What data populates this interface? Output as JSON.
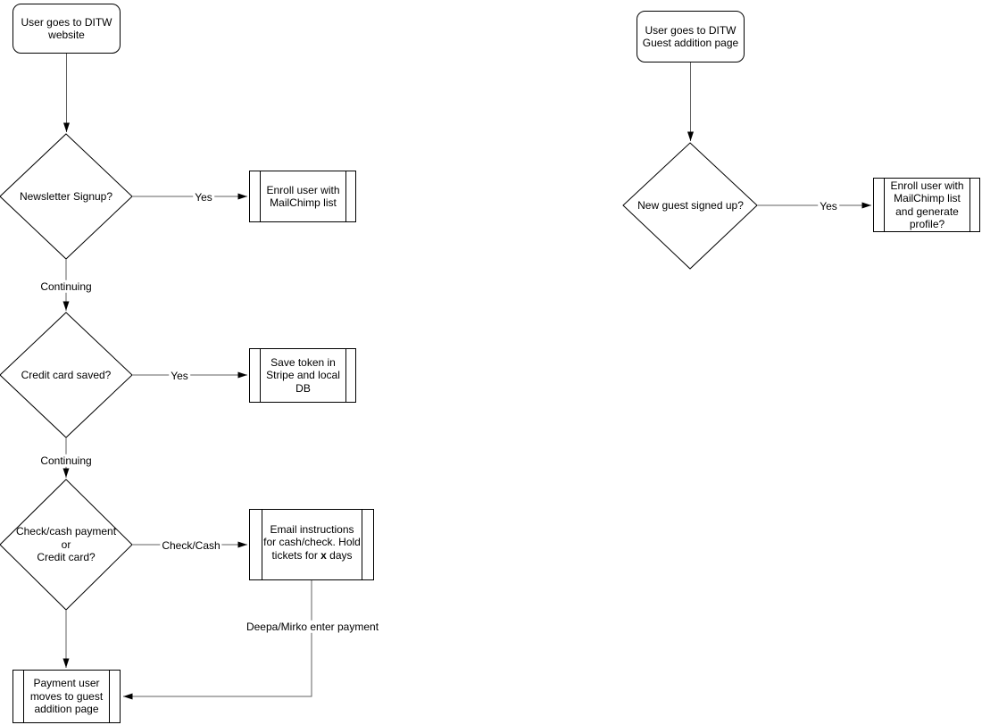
{
  "diagram": {
    "colors": {
      "shape_stroke": "#000000",
      "edge_stroke": "#616161",
      "shape_fill": "#ffffff",
      "text": "#000000"
    },
    "left_flow": {
      "start_label": "User goes to DITW\nwebsite",
      "decision_newsletter_label": "Newsletter Signup?",
      "edge_yes_1_label": "Yes",
      "process_enroll_label": "Enroll user with\nMailChimp list",
      "edge_continuing_1_label": "Continuing",
      "decision_credit_card_label": "Credit card saved?",
      "edge_yes_2_label": "Yes",
      "process_save_token_label": "Save token in\nStripe and local\nDB",
      "edge_continuing_2_label": "Continuing",
      "decision_payment_type_label": "Check/cash payment\nor\nCredit card?",
      "edge_check_cash_label": "Check/Cash",
      "process_email_pre": "Email instructions\nfor cash/check. Hold\ntickets for ",
      "process_email_bold": "x",
      "process_email_post": " days",
      "edge_deepa_mirko_label": "Deepa/Mirko enter payment",
      "process_payment_user_label": "Payment user\nmoves to guest\naddition page"
    },
    "right_flow": {
      "start_label": "User goes to DITW\nGuest addition page",
      "decision_new_guest_label": "New guest signed up?",
      "edge_yes_label": "Yes",
      "process_enroll_generate_label": "Enroll user with\nMailChimp list\nand generate\nprofile?"
    }
  }
}
